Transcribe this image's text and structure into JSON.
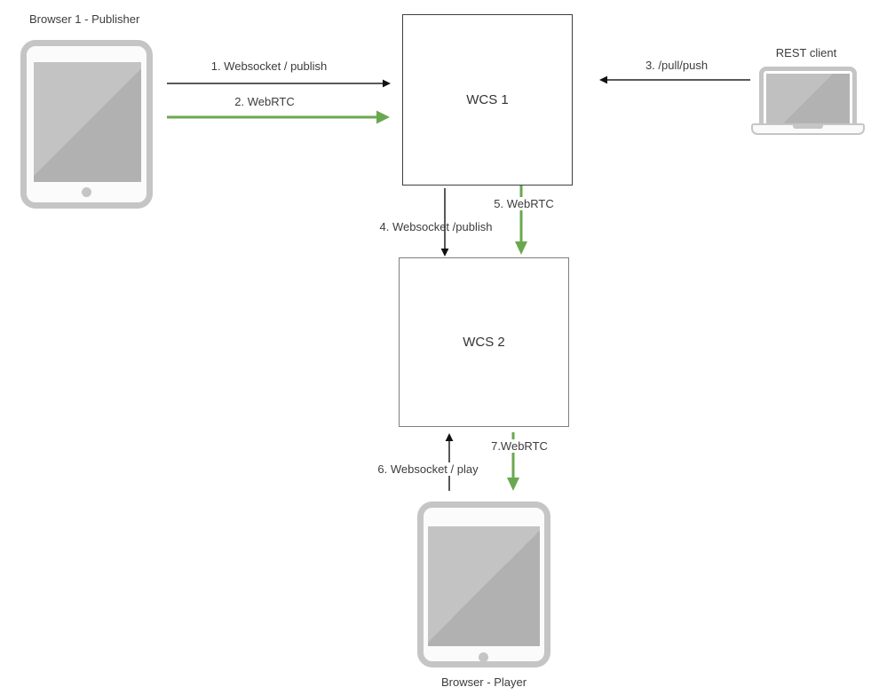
{
  "diagram": {
    "nodes": {
      "publisher": {
        "label": "Browser 1 - Publisher"
      },
      "wcs1": {
        "label": "WCS 1"
      },
      "wcs2": {
        "label": "WCS 2"
      },
      "rest_client": {
        "label": "REST client"
      },
      "player": {
        "label": "Browser - Player"
      }
    },
    "arrows": [
      {
        "label": "1. Websocket / publish",
        "color": "black",
        "from": "publisher",
        "to": "wcs1"
      },
      {
        "label": "2. WebRTC",
        "color": "green",
        "from": "publisher",
        "to": "wcs1"
      },
      {
        "label": "3. /pull/push",
        "color": "black",
        "from": "rest_client",
        "to": "wcs1"
      },
      {
        "label": "4. Websocket /publish",
        "color": "black",
        "from": "wcs1",
        "to": "wcs2"
      },
      {
        "label": "5. WebRTC",
        "color": "green",
        "from": "wcs1",
        "to": "wcs2"
      },
      {
        "label": "6. Websocket / play",
        "color": "black",
        "from": "player",
        "to": "wcs2"
      },
      {
        "label": "7.WebRTC",
        "color": "green",
        "from": "wcs2",
        "to": "player"
      }
    ],
    "colors": {
      "green_arrow": "#6aa84f",
      "dark_line": "#595959",
      "arrowhead_black": "#111111",
      "device_border": "#c5c5c5",
      "screen_gray": "#b3b3b3",
      "text": "#3c3c3c"
    }
  }
}
